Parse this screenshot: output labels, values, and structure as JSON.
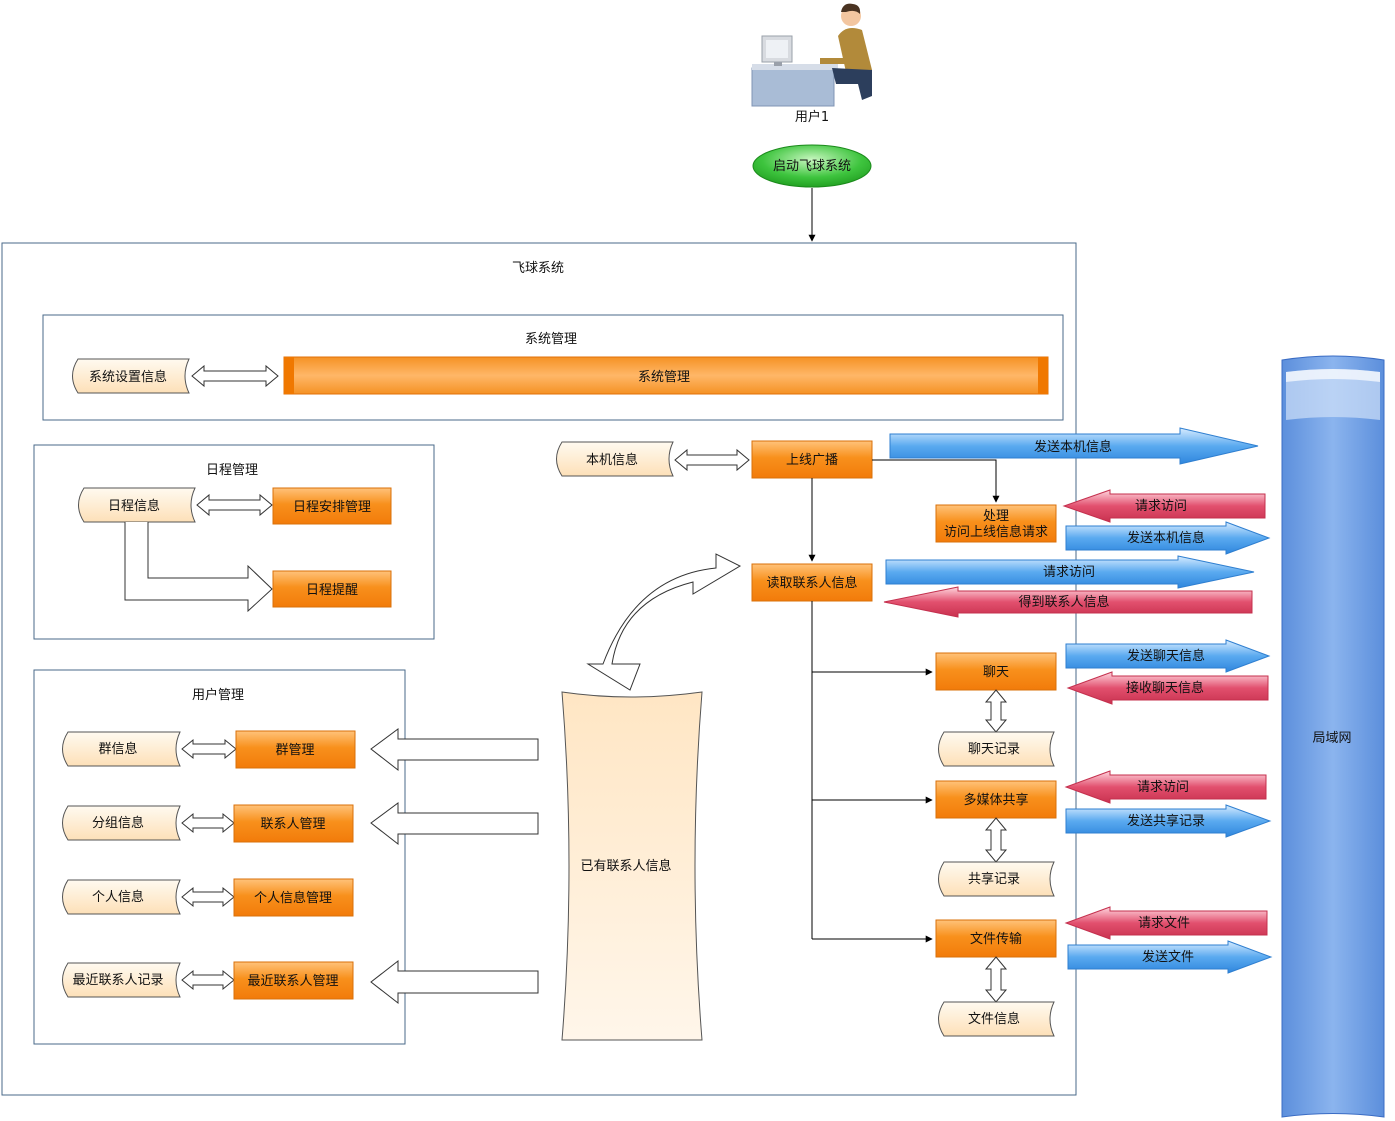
{
  "user": {
    "label": "用户1"
  },
  "start": {
    "label": "启动飞球系统"
  },
  "system": {
    "title": "飞球系统"
  },
  "sysmgmt": {
    "title": "系统管理",
    "store": "系统设置信息",
    "process": "系统管理"
  },
  "schedule": {
    "title": "日程管理",
    "store": "日程信息",
    "arrange": "日程安排管理",
    "remind": "日程提醒"
  },
  "usermgmt": {
    "title": "用户管理",
    "rows": [
      {
        "store": "群信息",
        "process": "群管理"
      },
      {
        "store": "分组信息",
        "process": "联系人管理"
      },
      {
        "store": "个人信息",
        "process": "个人信息管理"
      },
      {
        "store": "最近联系人记录",
        "process": "最近联系人管理"
      }
    ]
  },
  "contacts_db": {
    "label": "已有联系人信息"
  },
  "net": {
    "local_info": "本机信息",
    "broadcast": "上线广播",
    "handle": "处理",
    "handle_sub": "访问上线信息请求",
    "read_contacts": "读取联系人信息",
    "chat": "聊天",
    "chat_log": "聊天记录",
    "multimedia": "多媒体共享",
    "share_log": "共享记录",
    "file_transfer": "文件传输",
    "file_info": "文件信息"
  },
  "messages": {
    "send_local_big": "发送本机信息",
    "request_access_1": "请求访问",
    "send_local": "发送本机信息",
    "request_access_2": "请求访问",
    "get_contacts": "得到联系人信息",
    "send_chat": "发送聊天信息",
    "recv_chat": "接收聊天信息",
    "request_access_3": "请求访问",
    "send_share": "发送共享记录",
    "request_file": "请求文件",
    "send_file": "发送文件"
  },
  "lan": {
    "label": "局域网"
  },
  "colors": {
    "orange": "#f8901c",
    "blue_arrow": "#5aaaf0",
    "red_arrow": "#e2506e",
    "lan": "#7fa8e8",
    "start": "#3ec43e"
  }
}
